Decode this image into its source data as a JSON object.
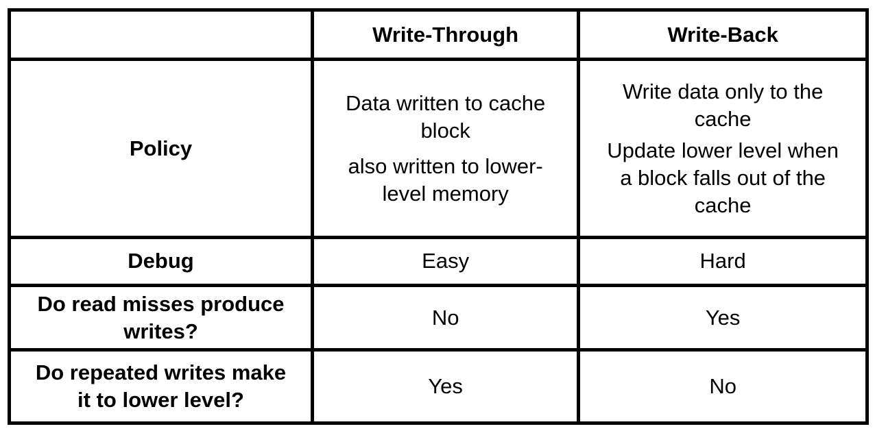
{
  "table": {
    "header": {
      "corner": "",
      "col_write_through": "Write-Through",
      "col_write_back": "Write-Back"
    },
    "rows": {
      "policy": {
        "label": "Policy",
        "write_through": {
          "line1": "Data written to cache",
          "line2": "block",
          "line3": "also written to lower-",
          "line4": "level memory"
        },
        "write_back": {
          "line1": "Write data only to the",
          "line2": "cache",
          "line3": "Update lower level when",
          "line4": "a block falls out of the",
          "line5": "cache"
        }
      },
      "debug": {
        "label": "Debug",
        "write_through": "Easy",
        "write_back": "Hard"
      },
      "read_misses": {
        "label_line1": "Do read misses produce",
        "label_line2": "writes?",
        "write_through": "No",
        "write_back": "Yes"
      },
      "repeated_writes": {
        "label_line1": "Do repeated writes make",
        "label_line2": "it to lower level?",
        "write_through": "Yes",
        "write_back": "No"
      }
    }
  }
}
